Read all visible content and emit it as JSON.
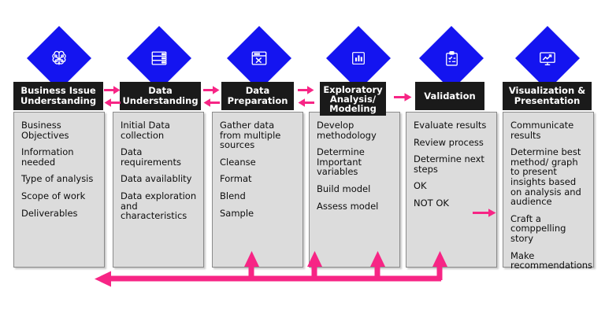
{
  "diagram": {
    "title": "Data Analytics Process Flow",
    "colors": {
      "accent_blue": "#1414f0",
      "accent_pink": "#f72585",
      "header_black": "#1a1a1a",
      "body_grey": "#dcdcdc",
      "border_grey": "#8a8a8a"
    },
    "stages": [
      {
        "id": "business-issue-understanding",
        "icon": "brain-icon",
        "title": "Business Issue Understanding",
        "title_line1": "Business Issue",
        "title_line2": "Understanding",
        "bullets": [
          "Business Objectives",
          "Information needed",
          "Type of analysis",
          "Scope of work",
          "Deliverables"
        ]
      },
      {
        "id": "data-understanding",
        "icon": "database-icon",
        "title": "Data Understanding",
        "title_line1": "Data",
        "title_line2": "Understanding",
        "bullets": [
          "Initial Data collection",
          "Data requirements",
          "Data availablity",
          "Data exploration and characteristics"
        ]
      },
      {
        "id": "data-preparation",
        "icon": "window-tools-icon",
        "title": "Data Preparation",
        "title_line1": "Data",
        "title_line2": "Preparation",
        "bullets": [
          "Gather data from multiple sources",
          "Cleanse",
          "Format",
          "Blend",
          "Sample"
        ]
      },
      {
        "id": "exploratory-analysis-modeling",
        "icon": "bar-chart-icon",
        "title": "Exploratory Analysis/ Modeling",
        "title_line1": "Exploratory",
        "title_line2": "Analysis/",
        "title_line3": "Modeling",
        "bullets": [
          "Develop methodology",
          "Determine Important variables",
          "Build model",
          "Assess model"
        ]
      },
      {
        "id": "validation",
        "icon": "clipboard-check-icon",
        "title": "Validation",
        "title_line1": "Validation",
        "bullets": [
          "Evaluate results",
          "Review process",
          "Determine next steps",
          "OK",
          "NOT OK"
        ]
      },
      {
        "id": "visualization-presentation",
        "icon": "monitor-trend-icon",
        "title": "Visualization & Presentation",
        "title_line1": "Visualization &",
        "title_line2": "Presentation",
        "bullets": [
          "Communicate results",
          "Determine best method/ graph to present insights based on analysis and audience",
          "Craft a comppelling story",
          "Make recommendations"
        ]
      }
    ],
    "connectors": [
      {
        "id": "conn-1-2-forward",
        "direction": "right",
        "from": "business-issue-understanding",
        "to": "data-understanding"
      },
      {
        "id": "conn-2-1-back",
        "direction": "left",
        "from": "data-understanding",
        "to": "business-issue-understanding"
      },
      {
        "id": "conn-2-3-forward",
        "direction": "right",
        "from": "data-understanding",
        "to": "data-preparation"
      },
      {
        "id": "conn-3-2-back",
        "direction": "left",
        "from": "data-preparation",
        "to": "data-understanding"
      },
      {
        "id": "conn-3-4-forward",
        "direction": "right",
        "from": "data-preparation",
        "to": "exploratory-analysis-modeling"
      },
      {
        "id": "conn-4-3-back",
        "direction": "left",
        "from": "exploratory-analysis-modeling",
        "to": "data-preparation"
      },
      {
        "id": "conn-4-5-forward",
        "direction": "right",
        "from": "exploratory-analysis-modeling",
        "to": "validation"
      },
      {
        "id": "conn-ok-to-viz",
        "direction": "right",
        "from": "validation",
        "to": "visualization-presentation",
        "label_near": "OK"
      },
      {
        "id": "feedback-loop",
        "direction": "left",
        "from": "validation",
        "to": "business-issue-understanding",
        "label_near": "NOT OK"
      }
    ]
  }
}
